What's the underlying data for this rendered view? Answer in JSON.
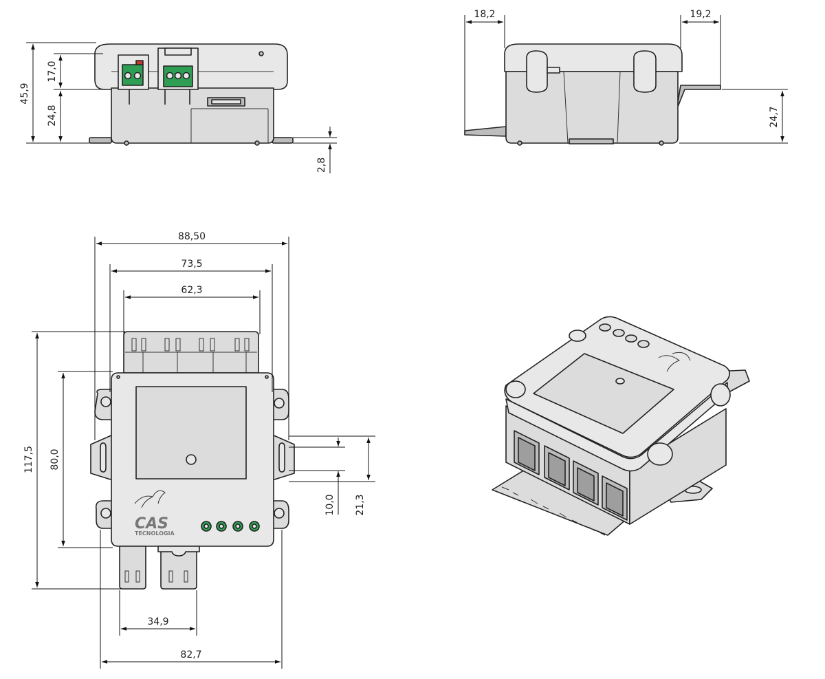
{
  "dimensions": {
    "front_height_total": "45,9",
    "front_upper": "17,0",
    "front_lower": "24,8",
    "front_foot": "2,8",
    "side_left": "18,2",
    "side_right": "19,2",
    "side_height": "24,7",
    "top_width_outer": "88,50",
    "top_width_mid": "73,5",
    "top_width_inner": "62,3",
    "top_length_total": "117,5",
    "top_length_body": "80,0",
    "top_slot_small": "10,0",
    "top_slot_large": "21,3",
    "bottom_tabs_span": "34,9",
    "bottom_width_total": "82,7"
  },
  "logo": {
    "brand": "CAS",
    "sub": "TECNOLOGIA"
  },
  "colors": {
    "housing": "#dcdcdc",
    "terminal_green": "#2f9e55",
    "line": "#222222"
  }
}
